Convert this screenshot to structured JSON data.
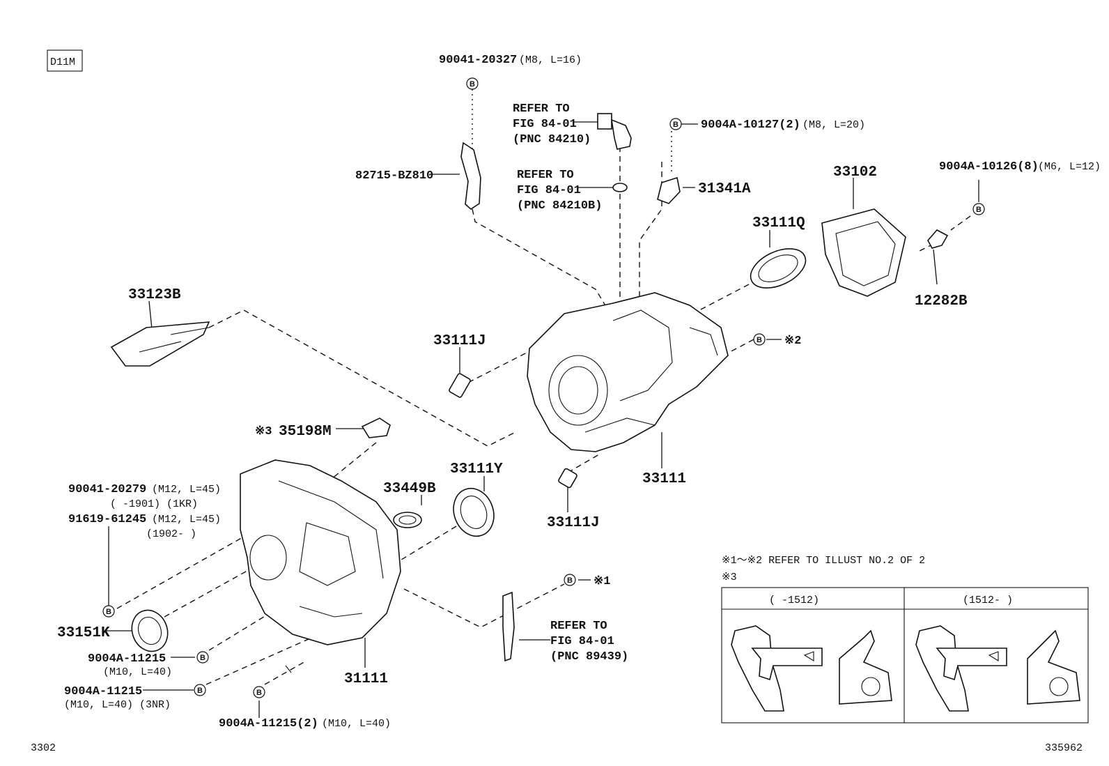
{
  "diagram_code": "D11M",
  "footer_left": "3302",
  "footer_right": "335962",
  "bolt_symbol": "B",
  "labels": {
    "p90041_20327": "90041-20327",
    "p90041_20327_spec": "(M8, L=16)",
    "ref_84210_1": "REFER TO",
    "ref_84210_2": "FIG 84-01",
    "ref_84210_3": "(PNC 84210)",
    "ref_84210b_1": "REFER TO",
    "ref_84210b_2": "FIG 84-01",
    "ref_84210b_3": "(PNC 84210B)",
    "p82715": "82715-BZ810",
    "p9004a_10127": "9004A-10127(2)",
    "p9004a_10127_spec": "(M8, L=20)",
    "p31341a": "31341A",
    "p33102": "33102",
    "p9004a_10126": "9004A-10126(8)",
    "p9004a_10126_spec": "(M6, L=12)",
    "p33111q": "33111Q",
    "p12282b": "12282B",
    "p33123b": "33123B",
    "p33111j_top": "33111J",
    "note2_mark": "※2",
    "p33111": "33111",
    "p33111j_bot": "33111J",
    "note3_mark": "※3",
    "p35198m": "35198M",
    "p33111y": "33111Y",
    "p33449b": "33449B",
    "p90041_20279": "90041-20279",
    "p90041_20279_spec": "(M12, L=45)",
    "p90041_20279_range": "(      -1901) (1KR)",
    "p91619_61245": "91619-61245",
    "p91619_61245_spec": "(M12, L=45)",
    "p91619_61245_range": "(1902-       )",
    "p33151k": "33151K",
    "p9004a_11215_a": "9004A-11215",
    "p9004a_11215_a_spec": "(M10, L=40)",
    "p9004a_11215_b": "9004A-11215",
    "p9004a_11215_b_spec": "(M10, L=40) (3NR)",
    "p9004a_11215_c": "9004A-11215(2)",
    "p9004a_11215_c_spec": "(M10, L=40)",
    "p31111": "31111",
    "note1_mark": "※1",
    "ref_89439_1": "REFER TO",
    "ref_89439_2": "FIG 84-01",
    "ref_89439_3": "(PNC 89439)"
  },
  "notes": {
    "line1": "※1～※2  REFER TO ILLUST NO.2 OF 2",
    "line2": "※3",
    "col1_header": "(      -1512)",
    "col2_header": "(1512-      )"
  }
}
